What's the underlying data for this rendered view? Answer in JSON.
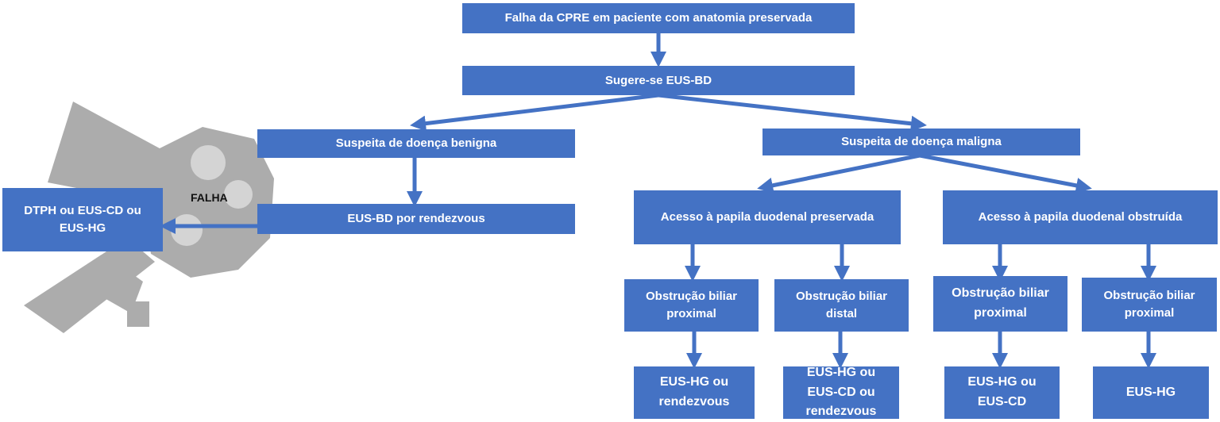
{
  "colors": {
    "box": "#4472C4",
    "text": "#ffffff",
    "watermark": "#9e9e9e"
  },
  "watermark_icon": "endoscope-icon",
  "nodes": {
    "start": "Falha da CPRE em paciente com anatomia preservada",
    "suggest": "Sugere-se EUS-BD",
    "benign": "Suspeita de doença benigna",
    "malignant": "Suspeita de doença maligna",
    "rendezvous": "EUS-BD por rendezvous",
    "fallback": "DTPH ou EUS-CD ou\nEUS-HG",
    "papilla_preserved": "Acesso à papila duodenal preservada",
    "papilla_obstructed": "Acesso à papila duodenal obstruída",
    "obs_prox_1": "Obstrução biliar\nproximal",
    "obs_distal": "Obstrução biliar\ndistal",
    "obs_prox_2": "Obstrução biliar\nproximal",
    "obs_prox_3": "Obstrução biliar\nproximal",
    "res_1": "EUS-HG ou\nrendezvous",
    "res_2": "EUS-HG ou\nEUS-CD ou\nrendezvous",
    "res_3": "EUS-HG ou\nEUS-CD",
    "res_4": "EUS-HG"
  },
  "edge_label": "FALHA"
}
